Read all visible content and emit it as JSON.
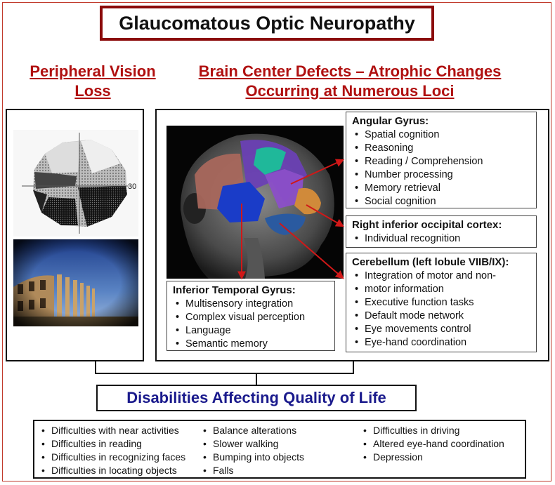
{
  "title": "Glaucomatous Optic Neuropathy",
  "headings": {
    "left": [
      "Peripheral Vision",
      "Loss"
    ],
    "right": [
      "Brain Center Defects – Atrophic Changes",
      "Occurring  at Numerous Loci"
    ]
  },
  "visual_field": {
    "axis_label": "30"
  },
  "regions": {
    "angular": {
      "title": "Angular Gyrus:",
      "items": [
        "Spatial cognition",
        "Reasoning",
        "Reading / Comprehension",
        "Number processing",
        "Memory retrieval",
        "Social cognition"
      ]
    },
    "occipital": {
      "title": "Right inferior occipital cortex:",
      "items": [
        "Individual recognition"
      ]
    },
    "cerebellum": {
      "title": "Cerebellum (left lobule VIIB/IX):",
      "items": [
        "Integration of motor and non-",
        "motor information",
        "Executive function tasks",
        "Default mode network",
        "Eye movements control",
        "Eye-hand coordination"
      ]
    },
    "temporal": {
      "title": "Inferior Temporal Gyrus:",
      "items": [
        "Multisensory integration",
        "Complex visual perception",
        "Language",
        "Semantic memory"
      ]
    }
  },
  "disabilities": {
    "title": "Disabilities Affecting Quality of Life",
    "col1": [
      "Difficulties with near activities",
      "Difficulties in reading",
      "Difficulties in recognizing faces",
      "Difficulties in locating objects"
    ],
    "col2": [
      "Balance alterations",
      "Slower walking",
      "Bumping into objects",
      "Falls"
    ],
    "col3": [
      "Difficulties in driving",
      "Altered eye-hand coordination",
      "Depression"
    ]
  },
  "colors": {
    "heading_red": "#b01010",
    "title_border": "#8b0a0a",
    "disabilities_blue": "#1a1a8c",
    "arrow_red": "#d01818"
  }
}
